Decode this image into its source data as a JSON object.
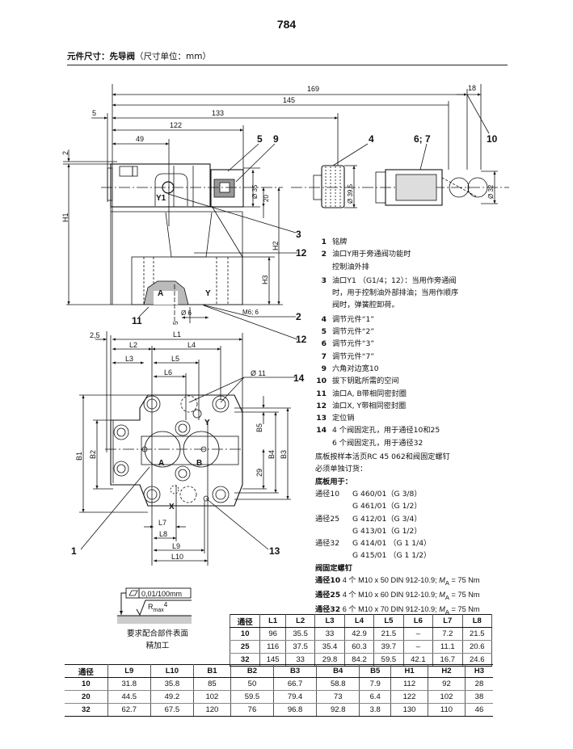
{
  "page_number": "784",
  "header": {
    "bold": "元件尺寸：先导阀",
    "normal": "（尺寸单位：mm）"
  },
  "drawing": {
    "top": {
      "d169": "169",
      "d145": "145",
      "d133": "133",
      "d122": "122",
      "d49": "49",
      "d5": "5",
      "d2": "2",
      "d18": "18",
      "H1": "H1",
      "H2": "H2",
      "H3": "H3",
      "d35": "Ø 35",
      "d20": "20",
      "d39_5": "Ø 39,5",
      "d32": "Ø 32",
      "d6": "Ø 6",
      "d5b": "5",
      "m6": "M6; 6",
      "port_a": "A",
      "port_y": "Y",
      "port_y1": "Y1",
      "c5": "5",
      "c9": "9",
      "c4": "4",
      "c67": "6; 7",
      "c10": "10",
      "c3": "3",
      "c12a": "12",
      "c2": "2",
      "c12b": "12",
      "c11": "11"
    },
    "bottom": {
      "L1": "L1",
      "L2": "L2",
      "L3": "L3",
      "L4": "L4",
      "L5": "L5",
      "L6": "L6",
      "L7": "L7",
      "L8": "L8",
      "L9": "L9",
      "L10": "L10",
      "d2_5": "2,5",
      "B1": "B1",
      "B2": "B2",
      "B3": "B3",
      "B4": "B4",
      "B5": "B5",
      "d29": "29",
      "d11": "Ø 11",
      "port_a": "A",
      "port_b": "B",
      "port_x": "X",
      "port_y": "Y",
      "c14": "14",
      "c1": "1",
      "c13": "13"
    }
  },
  "legend": [
    {
      "num": "1",
      "lines": [
        "铭牌"
      ]
    },
    {
      "num": "2",
      "lines": [
        "油口Y用于旁通阀功能时",
        "控制油外排"
      ]
    },
    {
      "num": "3",
      "lines": [
        "油口Y1 （G1/4；12）：当用作旁通阀",
        "时，用于控制油外部排油；当用作顺序",
        "阀时，弹簧腔卸荷。"
      ]
    },
    {
      "num": "4",
      "lines": [
        "调节元件“1”"
      ]
    },
    {
      "num": "5",
      "lines": [
        "调节元件“2”"
      ]
    },
    {
      "num": "6",
      "lines": [
        "调节元件“3”"
      ]
    },
    {
      "num": "7",
      "lines": [
        "调节元件“7”"
      ]
    },
    {
      "num": "9",
      "lines": [
        "六角对边宽10"
      ]
    },
    {
      "num": "10",
      "lines": [
        "拔下钥匙所需的空间"
      ]
    },
    {
      "num": "11",
      "lines": [
        "油口A, B带相同密封圈"
      ]
    },
    {
      "num": "12",
      "lines": [
        "油口X, Y带相同密封圈"
      ]
    },
    {
      "num": "13",
      "lines": [
        "定位销"
      ]
    },
    {
      "num": "14",
      "lines": [
        "4 个阀固定孔，用于通径10和25",
        "6 个阀固定孔，用于通径32"
      ]
    }
  ],
  "order_note": [
    "底板按样本活页RC 45 062和阀固定螺钉",
    "必须单独订货："
  ],
  "base_plates": {
    "title": "底板用于：",
    "rows": [
      {
        "size": "通径10",
        "plate": "G 460/01（G 3/8）"
      },
      {
        "size": "",
        "plate": "G 461/01（G 1/2）"
      },
      {
        "size": "通径25",
        "plate": "G 412/01（G 3/4）"
      },
      {
        "size": "",
        "plate": "G 413/01（G 1/2）"
      },
      {
        "size": "通径32",
        "plate": "G 414/01 （G 1 1/4）"
      },
      {
        "size": "",
        "plate": "G 415/01 （G 1 1/2）"
      }
    ]
  },
  "bolts": {
    "title": "阀固定螺钉",
    "rows": [
      {
        "size": "通径10",
        "spec": " 4 个 M10 x 50 DIN 912-10.9; ",
        "m": "M",
        "sub": "A",
        "torque": " = 75 Nm"
      },
      {
        "size": "通径25",
        "spec": " 4 个 M10 x 60 DIN 912-10.9; ",
        "m": "M",
        "sub": "A",
        "torque": " = 75 Nm"
      },
      {
        "size": "通径32",
        "spec": " 6 个 M10 x 70 DIN 912-10.9; ",
        "m": "M",
        "sub": "A",
        "torque": " = 75 Nm"
      }
    ]
  },
  "surface_finish": {
    "flatness": "0,01/100mm",
    "roughness": "R",
    "roughness_sub": "max",
    "roughness_val": "4",
    "note": [
      "要求配合部件表面",
      "精加工"
    ]
  },
  "table1": {
    "headers": [
      "通径",
      "L1",
      "L2",
      "L3",
      "L4",
      "L5",
      "L6",
      "L7",
      "L8"
    ],
    "rows": [
      [
        "10",
        "96",
        "35.5",
        "33",
        "42.9",
        "21.5",
        "–",
        "7.2",
        "21.5"
      ],
      [
        "25",
        "116",
        "37.5",
        "35.4",
        "60.3",
        "39.7",
        "–",
        "11.1",
        "20.6"
      ],
      [
        "32",
        "145",
        "33",
        "29.8",
        "84.2",
        "59.5",
        "42.1",
        "16.7",
        "24.6"
      ]
    ]
  },
  "table2": {
    "headers": [
      "通径",
      "L9",
      "L10",
      "B1",
      "B2",
      "B3",
      "B4",
      "B5",
      "H1",
      "H2",
      "H3"
    ],
    "rows": [
      [
        "10",
        "31.8",
        "35.8",
        "85",
        "50",
        "66.7",
        "58.8",
        "7.9",
        "112",
        "92",
        "28"
      ],
      [
        "20",
        "44.5",
        "49.2",
        "102",
        "59.5",
        "79.4",
        "73",
        "6.4",
        "122",
        "102",
        "38"
      ],
      [
        "32",
        "62.7",
        "67.5",
        "120",
        "76",
        "96.8",
        "92.8",
        "3.8",
        "130",
        "110",
        "46"
      ]
    ]
  }
}
